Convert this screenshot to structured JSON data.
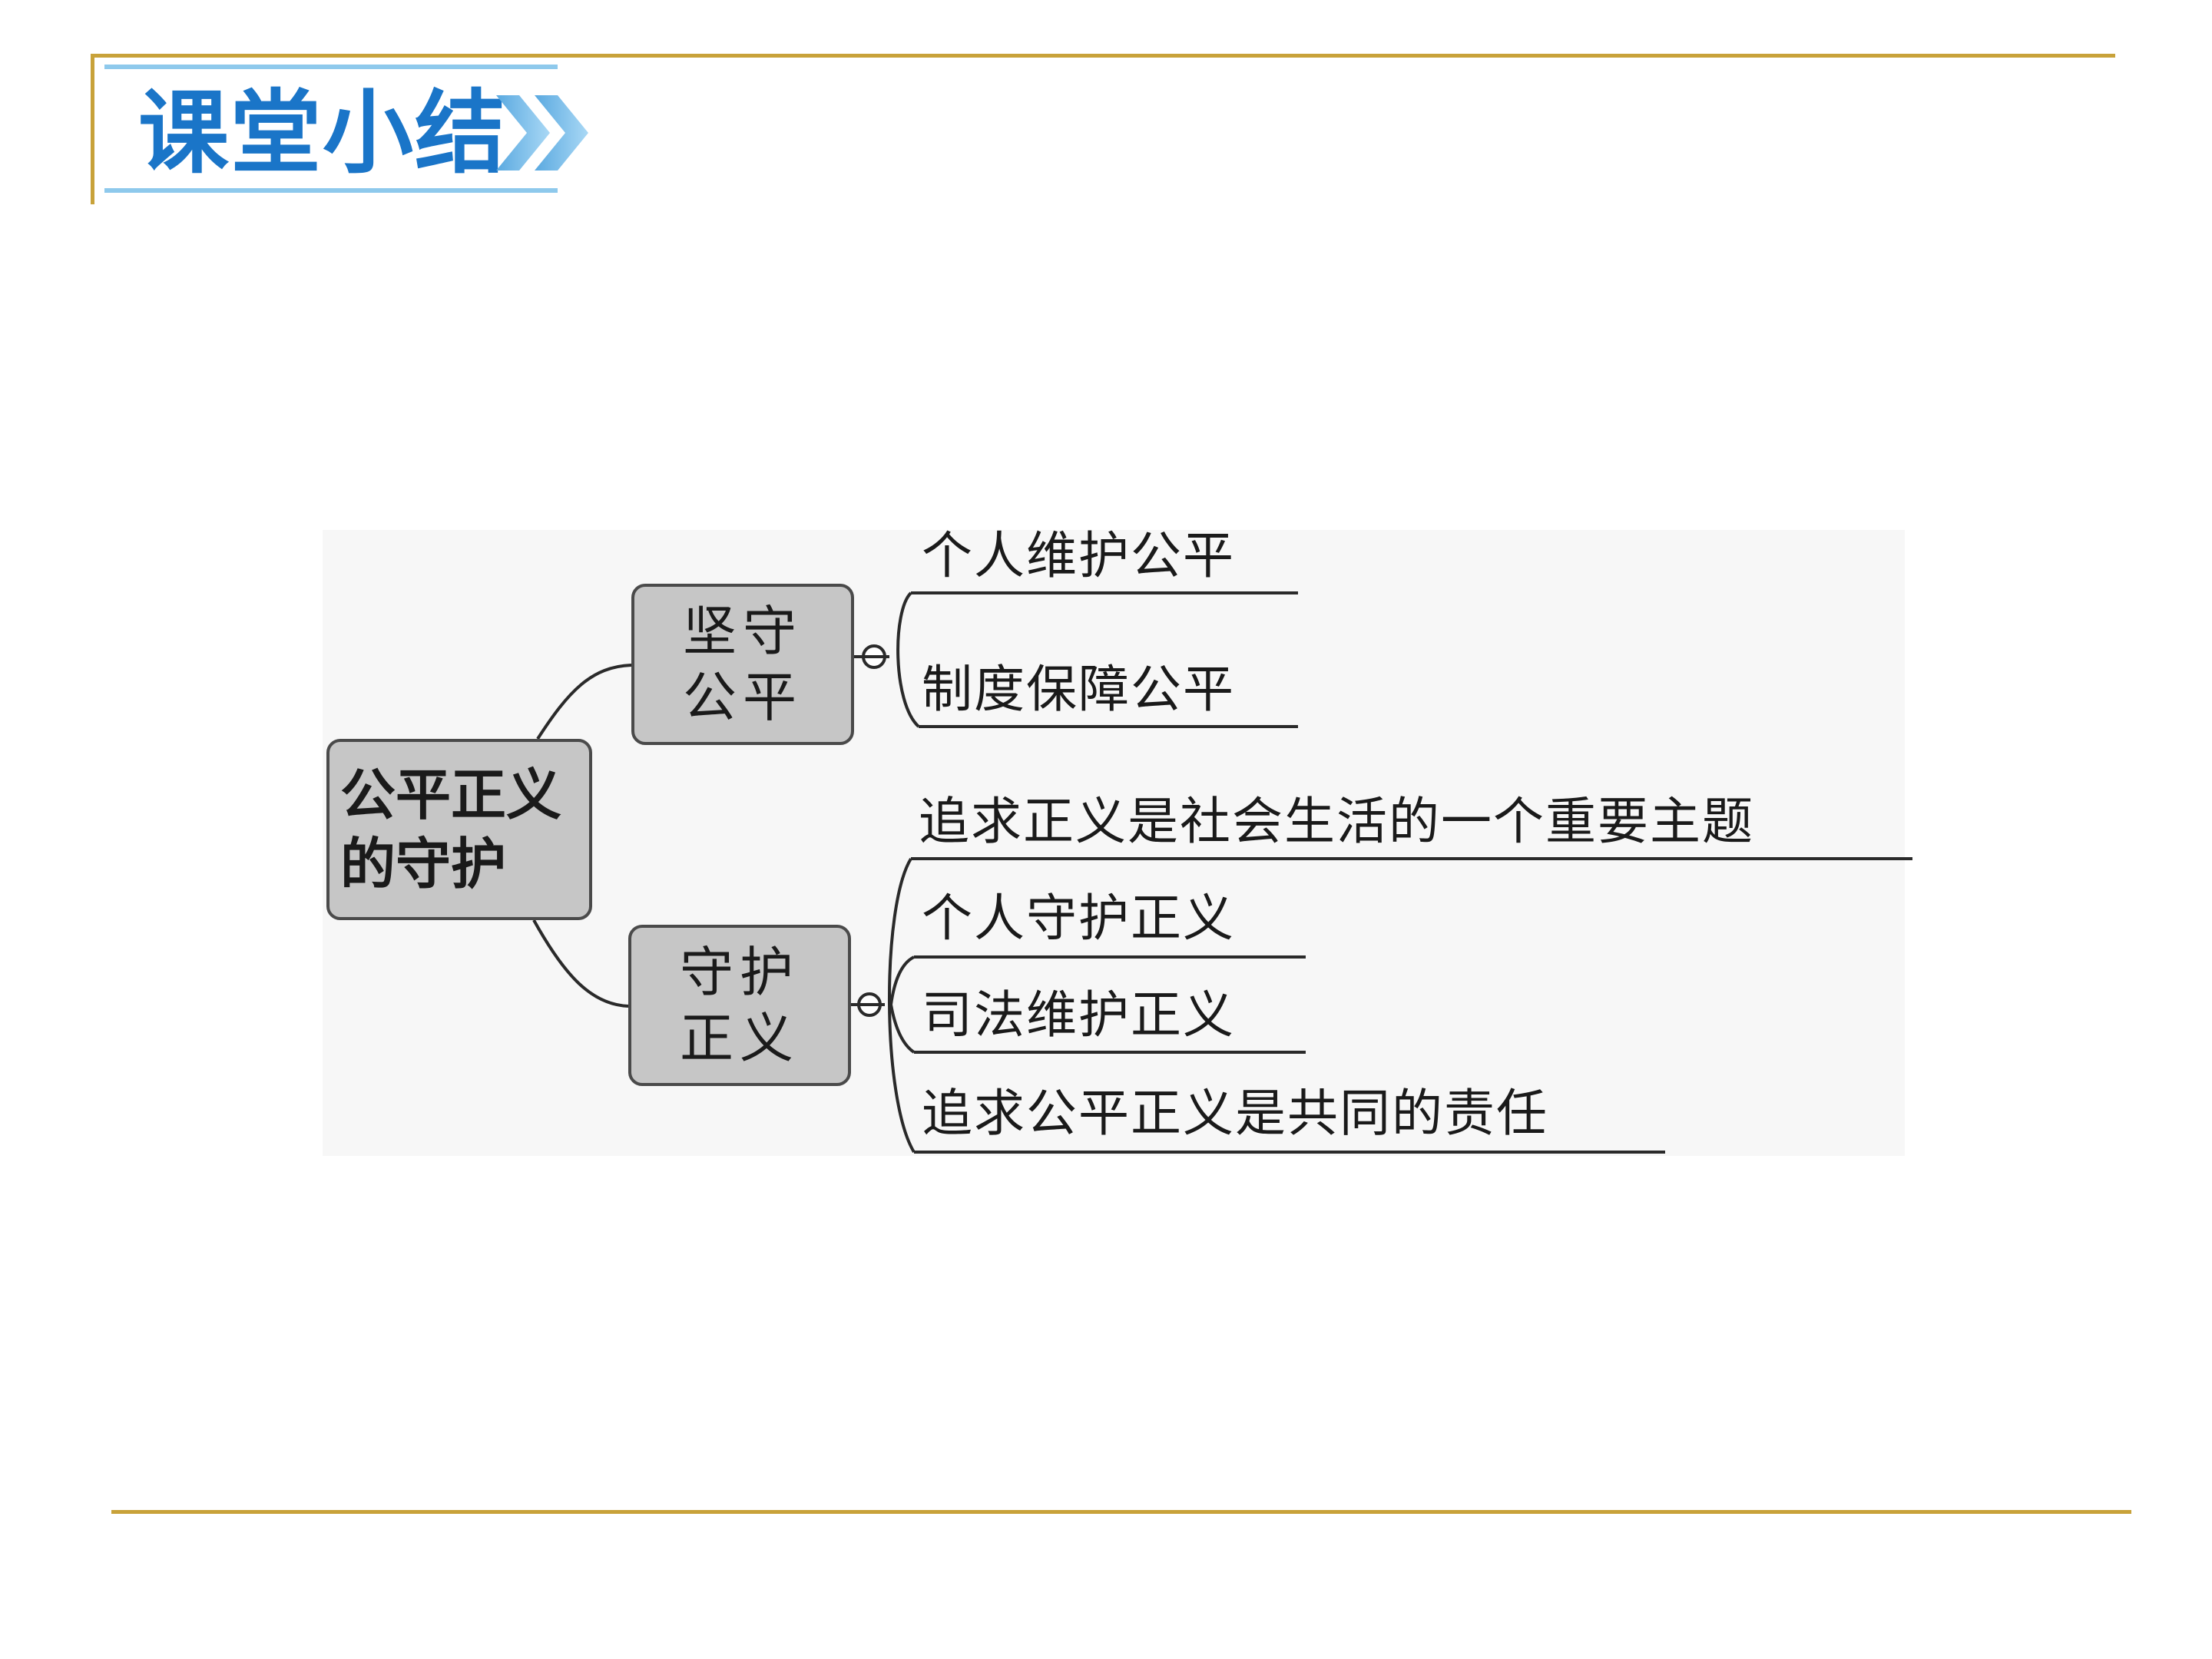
{
  "header": {
    "title": "课堂小结"
  },
  "colors": {
    "frame": "#c8a23a",
    "title_text": "#1a75c8",
    "title_accent": "#8ec9ec",
    "node_fill": "#c6c6c6",
    "node_border": "#4a4a4a"
  },
  "diagram": {
    "root": {
      "line1": "公平正义",
      "line2": "的守护"
    },
    "branches": [
      {
        "line1": "坚守",
        "line2": "公平",
        "leaves": [
          "个人维护公平",
          "制度保障公平"
        ]
      },
      {
        "line1": "守护",
        "line2": "正义",
        "leaves": [
          "追求正义是社会生活的一个重要主题",
          "个人守护正义",
          "司法维护正义",
          "追求公平正义是共同的责任"
        ]
      }
    ]
  }
}
